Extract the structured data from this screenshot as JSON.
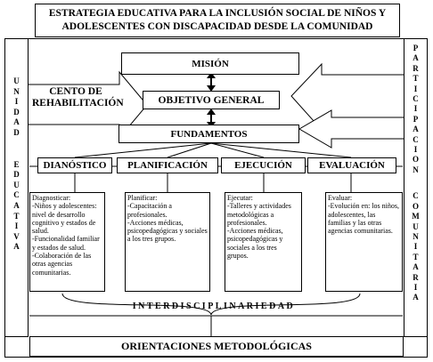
{
  "title": {
    "line1": "ESTRATEGIA EDUCATIVA PARA LA INCLUSIÓN SOCIAL DE NIÑOS Y",
    "line2": "ADOLESCENTES CON DISCAPACIDAD DESDE LA COMUNIDAD"
  },
  "left_side": {
    "label": "UNIDAD EDUCATIVA"
  },
  "right_side": {
    "label": "PARTICIPACION COMUNITARIA"
  },
  "center_arrow": {
    "line1": "CENTO DE",
    "line2": "REHABILITACIÓN"
  },
  "mision": "MISIÓN",
  "objetivo": "OBJETIVO GENERAL",
  "fundamentos": "FUNDAMENTOS",
  "stages": [
    {
      "label": "DIANÓSTICO",
      "detail": "Diagnosticar:\n-Niños y adolescentes: nivel de desarrollo cognitivo y estados de salud.\n-Funcionalidad familiar y estados de salud.\n-Colaboración de las otras agencias comunitarias."
    },
    {
      "label": "PLANIFICACIÓN",
      "detail": "Planificar:\n-Capacitación a profesionales.\n-Acciones médicas, psicopedagógicas y sociales a los tres grupos."
    },
    {
      "label": "EJECUCIÓN",
      "detail": "Ejecutar:\n-Talleres y actividades metodológicas a profesionales.\n-Acciones médicas, psicopedagógicas y sociales a los tres grupos."
    },
    {
      "label": "EVALUACIÓN",
      "detail": "Evaluar:\n-Evolución en: los niños, adolescentes, las familias y las otras agencias comunitarias."
    }
  ],
  "interdisciplinariedad": "INTERDISCIPLINARIEDAD",
  "orientaciones": "ORIENTACIONES METODOLÓGICAS"
}
